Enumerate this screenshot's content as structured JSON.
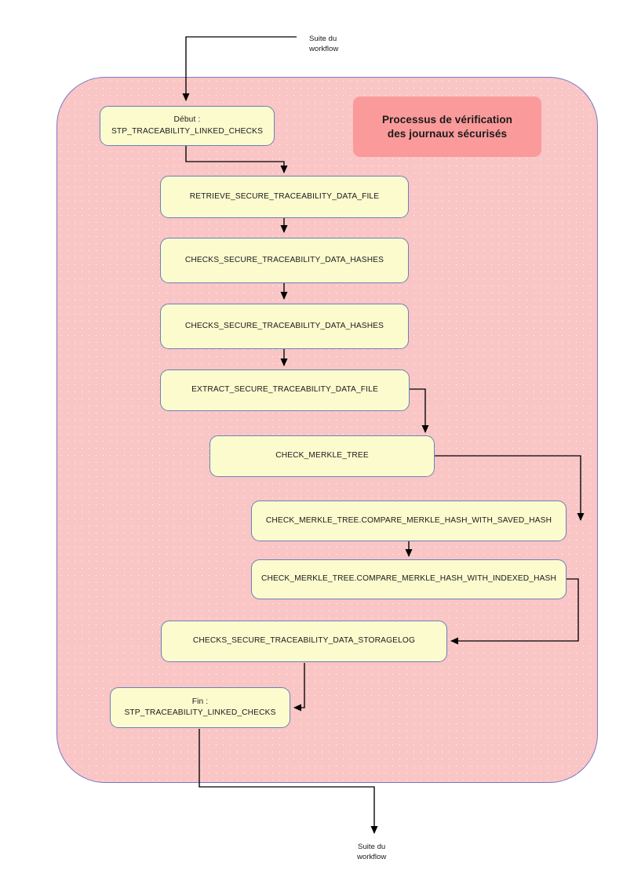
{
  "diagram": {
    "title": "Processus de vérification\ndes journaux sécurisés",
    "container_label": "Processus de vérification des journaux sécurisés",
    "colors": {
      "container_fill": "#f9c5c5",
      "container_border": "#7b79c4",
      "title_plate_fill": "#fb9a9a",
      "node_fill": "#fbfbce",
      "node_border": "#6a82b8",
      "connector": "#000000",
      "text": "#1a1a1a"
    },
    "captions": {
      "entry": "Suite du\nworkflow",
      "exit": "Suite du\nworkflow"
    },
    "nodes": [
      {
        "id": "start",
        "label": "Début :\nSTP_TRACEABILITY_LINKED_CHECKS"
      },
      {
        "id": "retrieve",
        "label": "RETRIEVE_SECURE_TRACEABILITY_DATA_FILE"
      },
      {
        "id": "hashes1",
        "label": "CHECKS_SECURE_TRACEABILITY_DATA_HASHES"
      },
      {
        "id": "hashes2",
        "label": "CHECKS_SECURE_TRACEABILITY_DATA_HASHES"
      },
      {
        "id": "extract",
        "label": "EXTRACT_SECURE_TRACEABILITY_DATA_FILE"
      },
      {
        "id": "merkle",
        "label": "CHECK_MERKLE_TREE"
      },
      {
        "id": "saved_hash",
        "label": "CHECK_MERKLE_TREE.COMPARE_MERKLE_HASH_WITH_SAVED_HASH"
      },
      {
        "id": "indexed_hash",
        "label": "CHECK_MERKLE_TREE.COMPARE_MERKLE_HASH_WITH_INDEXED_HASH"
      },
      {
        "id": "storagelog",
        "label": "CHECKS_SECURE_TRACEABILITY_DATA_STORAGELOG"
      },
      {
        "id": "end",
        "label": "Fin :\nSTP_TRACEABILITY_LINKED_CHECKS"
      }
    ],
    "edges": [
      {
        "from": "entry-caption",
        "to": "start"
      },
      {
        "from": "start",
        "to": "retrieve"
      },
      {
        "from": "retrieve",
        "to": "hashes1"
      },
      {
        "from": "hashes1",
        "to": "hashes2"
      },
      {
        "from": "hashes2",
        "to": "extract"
      },
      {
        "from": "extract",
        "to": "merkle"
      },
      {
        "from": "merkle",
        "to": "saved_hash"
      },
      {
        "from": "saved_hash",
        "to": "indexed_hash"
      },
      {
        "from": "indexed_hash",
        "to": "storagelog"
      },
      {
        "from": "storagelog",
        "to": "end"
      },
      {
        "from": "end",
        "to": "exit-caption"
      }
    ]
  }
}
